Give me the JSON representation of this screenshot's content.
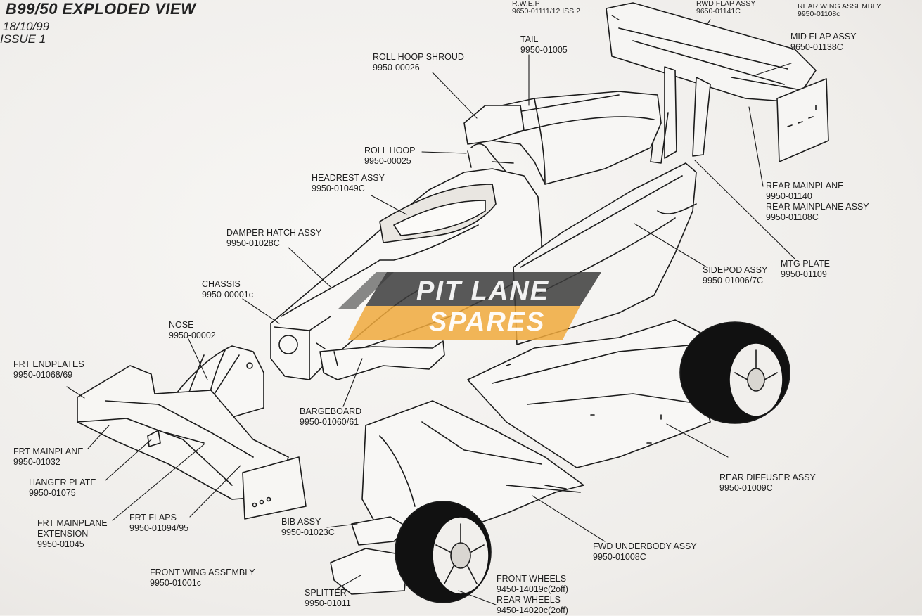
{
  "header": {
    "title": "B99/50 EXPLODED VIEW",
    "date": "18/10/99",
    "issue": "ISSUE 1"
  },
  "watermark": {
    "line1": "PIT LANE",
    "line2": "SPARES",
    "colors": {
      "dark": "#3c3c3c",
      "accent": "#f0a93c"
    }
  },
  "labels": {
    "rwep": {
      "name": "R.W.E.P",
      "part": "9650-01111/12 ISS.2"
    },
    "rwd_flap": {
      "name": "RWD FLAP ASSY",
      "part": "9650-01141C"
    },
    "rear_wing": {
      "name": "REAR WING ASSEMBLY",
      "part": "9950-01108c"
    },
    "mid_flap": {
      "name": "MID FLAP ASSY",
      "part": "9650-01138C"
    },
    "tail": {
      "name": "TAIL",
      "part": "9950-01005"
    },
    "roll_hoop_shroud": {
      "name": "ROLL HOOP SHROUD",
      "part": "9950-00026"
    },
    "roll_hoop": {
      "name": "ROLL HOOP",
      "part": "9950-00025"
    },
    "headrest": {
      "name": "HEADREST ASSY",
      "part": "9950-01049C"
    },
    "damper_hatch": {
      "name": "DAMPER HATCH ASSY",
      "part": "9950-01028C"
    },
    "chassis": {
      "name": "CHASSIS",
      "part": "9950-00001c"
    },
    "nose": {
      "name": "NOSE",
      "part": "9950-00002"
    },
    "frt_endplates": {
      "name": "FRT ENDPLATES",
      "part": "9950-01068/69"
    },
    "frt_mainplane": {
      "name": "FRT MAINPLANE",
      "part": "9950-01032"
    },
    "hanger_plate": {
      "name": "HANGER PLATE",
      "part": "9950-01075"
    },
    "frt_mainplane_ext": {
      "name1": "FRT MAINPLANE",
      "name2": "EXTENSION",
      "part": "9950-01045"
    },
    "frt_flaps": {
      "name": "FRT FLAPS",
      "part": "9950-01094/95"
    },
    "front_wing": {
      "name": "FRONT WING ASSEMBLY",
      "part": "9950-01001c"
    },
    "bargeboard": {
      "name": "BARGEBOARD",
      "part": "9950-01060/61"
    },
    "bib": {
      "name": "BIB ASSY",
      "part": "9950-01023C"
    },
    "splitter": {
      "name": "SPLITTER",
      "part": "9950-01011"
    },
    "rear_mainplane": {
      "name": "REAR MAINPLANE",
      "part": "9950-01140"
    },
    "rear_mainplane_assy": {
      "name": "REAR MAINPLANE ASSY",
      "part": "9950-01108C"
    },
    "mtg_plate": {
      "name": "MTG PLATE",
      "part": "9950-01109"
    },
    "sidepod": {
      "name": "SIDEPOD ASSY",
      "part": "9950-01006/7C"
    },
    "rear_diffuser": {
      "name": "REAR DIFFUSER ASSY",
      "part": "9950-01009C"
    },
    "fwd_underbody": {
      "name": "FWD UNDERBODY ASSY",
      "part": "9950-01008C"
    },
    "front_wheels": {
      "name": "FRONT WHEELS",
      "part": "9450-14019c(2off)"
    },
    "rear_wheels": {
      "name": "REAR WHEELS",
      "part": "9450-14020c(2off)"
    }
  }
}
